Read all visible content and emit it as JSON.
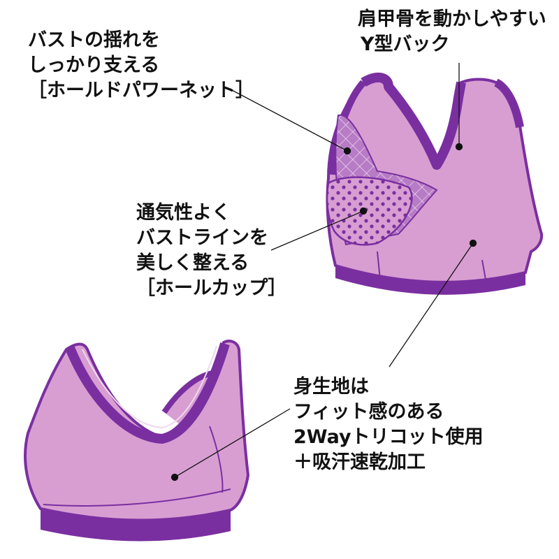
{
  "callouts": [
    {
      "id": "support",
      "lines": [
        "バストの揺れを",
        "しっかり支える",
        "［ホールドパワーネット］"
      ]
    },
    {
      "id": "back",
      "lines": [
        "肩甲骨を動かしやすい",
        "Y型バック"
      ]
    },
    {
      "id": "cup",
      "lines": [
        "通気性よく",
        "バストラインを",
        "美しく整える",
        "［ホールカップ］"
      ]
    },
    {
      "id": "fabric",
      "lines": [
        "身生地は",
        "フィット感のある",
        "2Wayトリコット使用",
        "＋吸汗速乾加工"
      ]
    }
  ],
  "colors": {
    "body": "#d89ed2",
    "trim": "#7a2fa0",
    "band": "#7a2fa0",
    "mesh": "#b77cc5",
    "line": "#111111"
  },
  "icons": [
    "sports-bra-back-view",
    "sports-bra-front-view"
  ]
}
